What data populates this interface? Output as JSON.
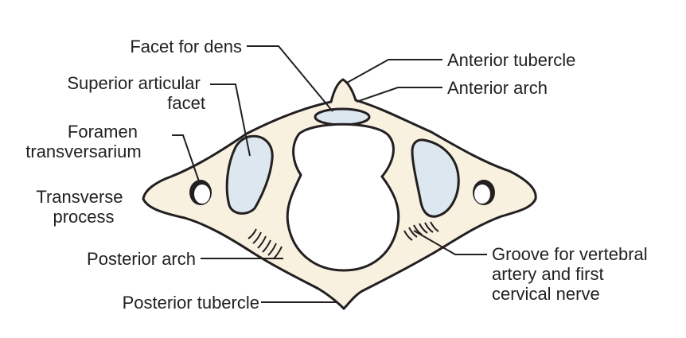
{
  "labels": {
    "facet_for_dens": "Facet for dens",
    "anterior_tubercle": "Anterior tubercle",
    "anterior_arch": "Anterior arch",
    "superior_articular_facet": [
      "Superior articular",
      "facet"
    ],
    "foramen_transversarium": [
      "Foramen",
      "transversarium"
    ],
    "transverse_process": [
      "Transverse",
      "process"
    ],
    "posterior_arch": "Posterior arch",
    "posterior_tubercle": "Posterior tubercle",
    "groove": [
      "Groove for vertebral",
      "artery and first",
      "cervical nerve"
    ]
  },
  "colors": {
    "bone": "#f8f1e0",
    "facet": "#dce7ef",
    "outline": "#231f20",
    "background": "#ffffff"
  }
}
